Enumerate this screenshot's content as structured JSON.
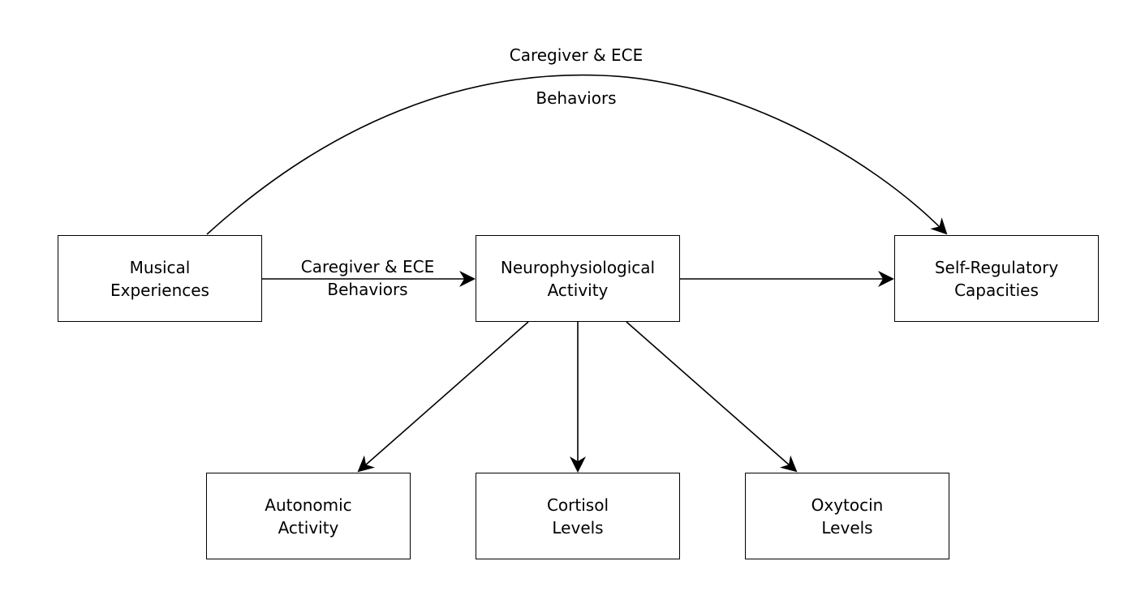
{
  "nodes": {
    "musical": {
      "line1": "Musical",
      "line2": "Experiences"
    },
    "neuro": {
      "line1": "Neurophysiological",
      "line2": "Activity"
    },
    "selfreg": {
      "line1": "Self-Regulatory",
      "line2": "Capacities"
    },
    "autonomic": {
      "line1": "Autonomic",
      "line2": "Activity"
    },
    "cortisol": {
      "line1": "Cortisol",
      "line2": "Levels"
    },
    "oxytocin": {
      "line1": "Oxytocin",
      "line2": "Levels"
    }
  },
  "edges": {
    "musical_to_neuro": {
      "line1": "Caregiver & ECE",
      "line2": "Behaviors"
    },
    "musical_to_selfreg_arc": {
      "line1": "Caregiver & ECE",
      "line2": "Behaviors"
    }
  }
}
